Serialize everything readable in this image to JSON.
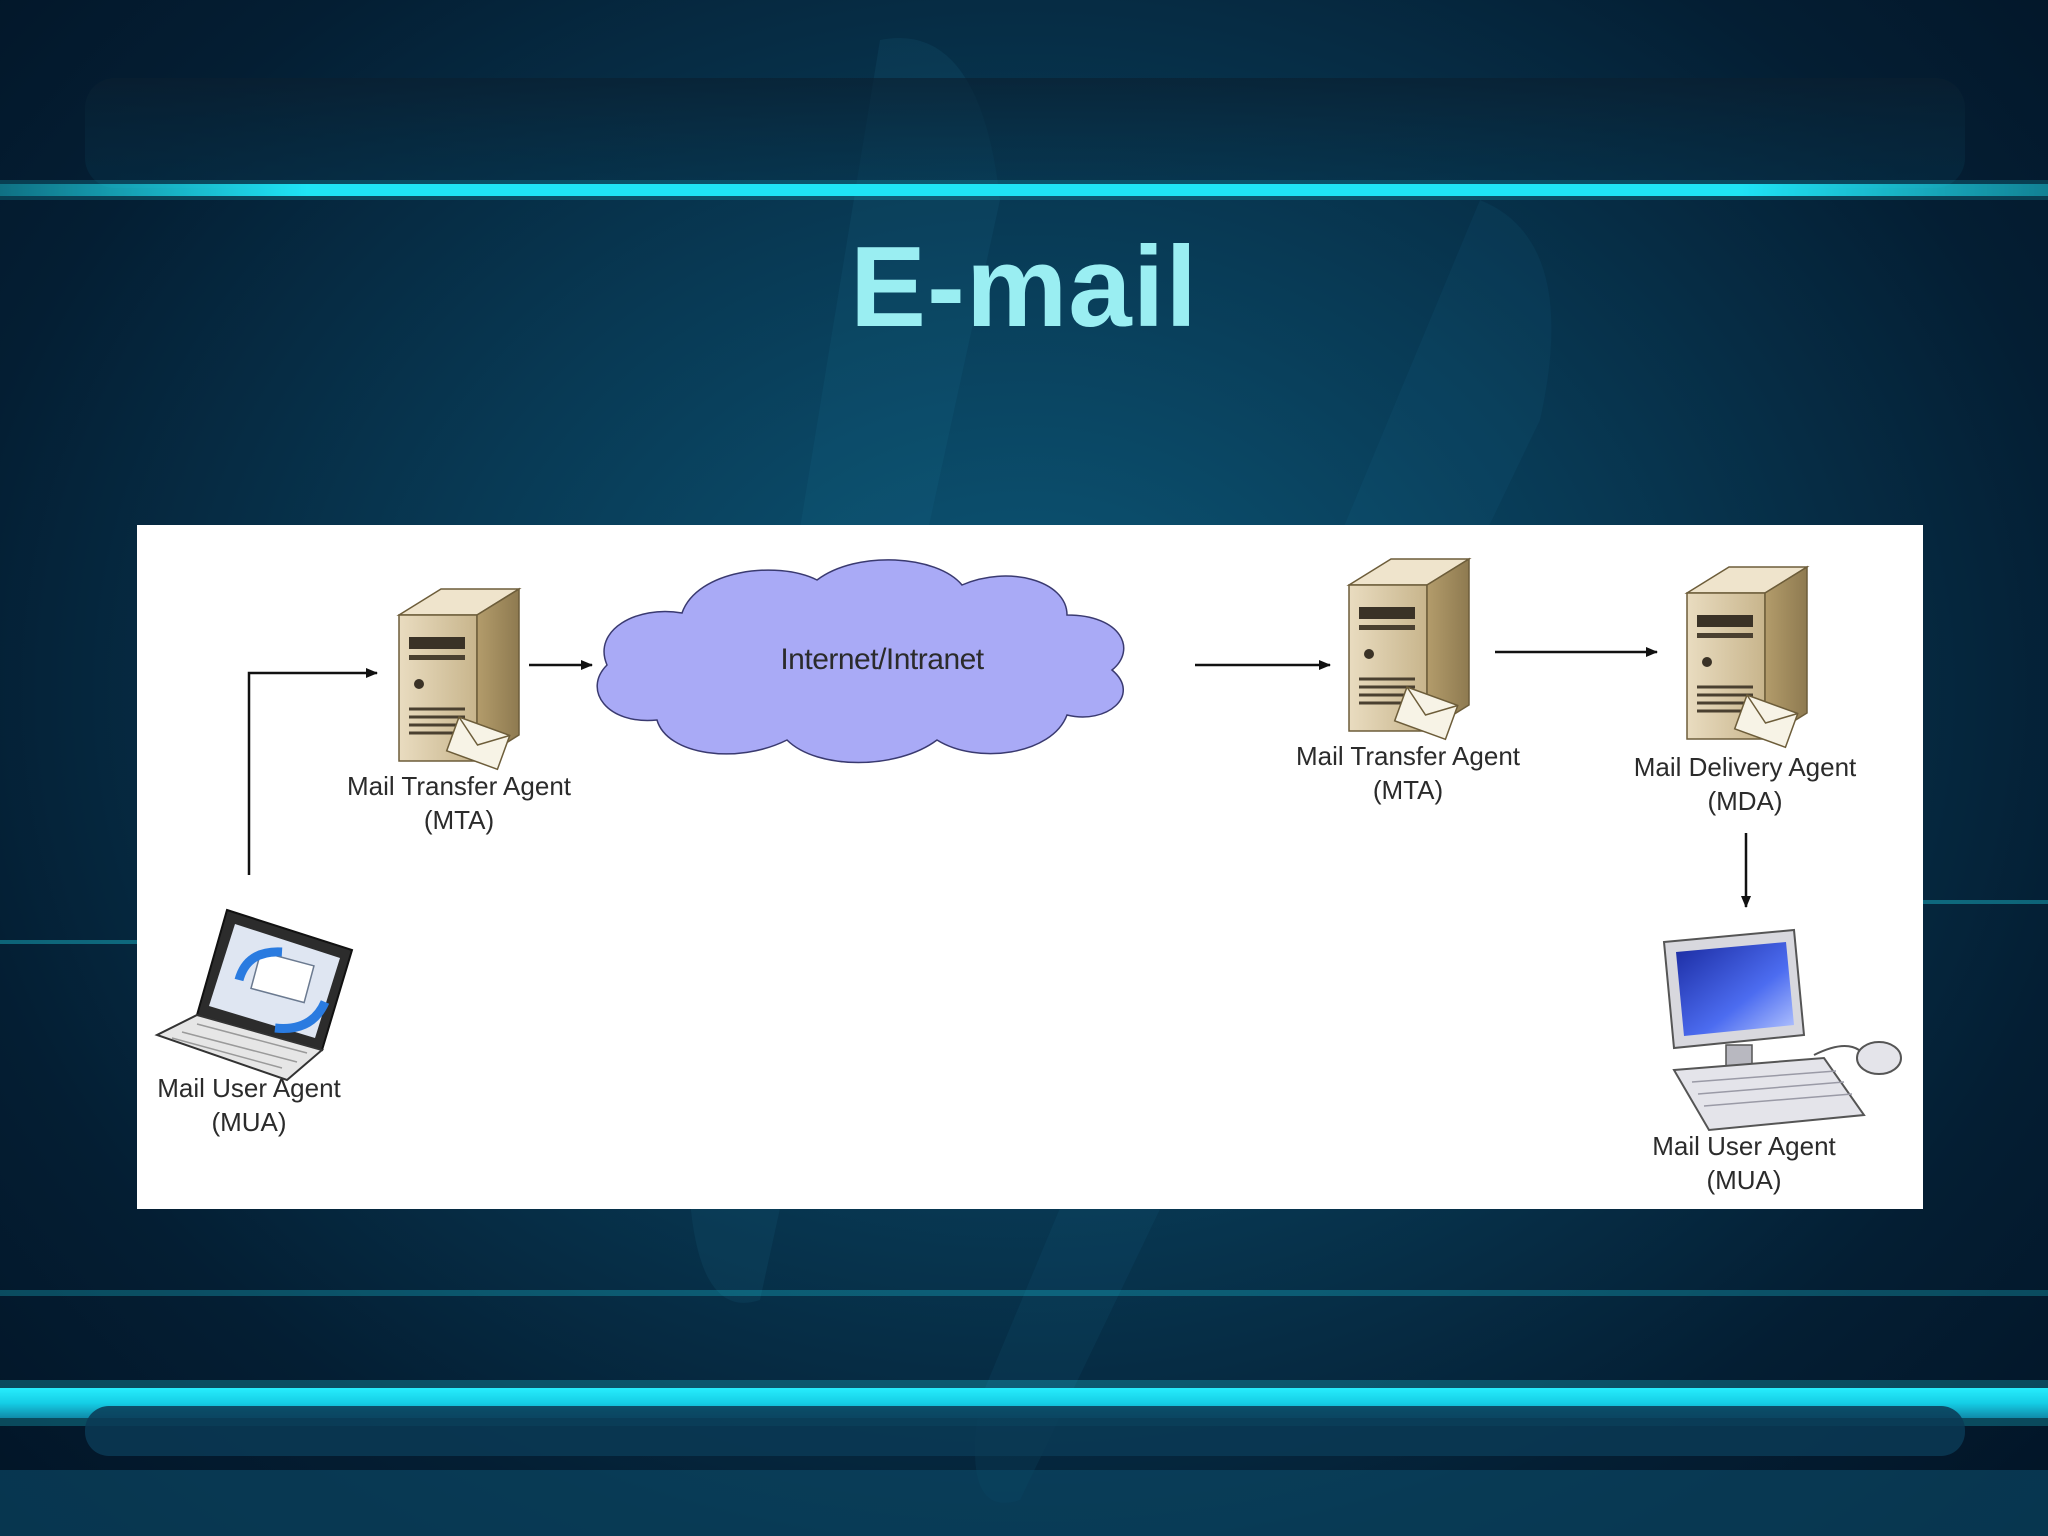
{
  "slide": {
    "title": "E-mail"
  },
  "diagram": {
    "cloud_label": "Internet/Intranet",
    "nodes": [
      {
        "id": "mua-sender",
        "icon": "laptop-icon",
        "line1": "Mail User Agent",
        "line2": "(MUA)"
      },
      {
        "id": "mta-sender",
        "icon": "server-icon",
        "line1": "Mail Transfer Agent",
        "line2": "(MTA)"
      },
      {
        "id": "mta-receiver",
        "icon": "server-icon",
        "line1": "Mail Transfer Agent",
        "line2": "(MTA)"
      },
      {
        "id": "mda",
        "icon": "server-icon",
        "line1": "Mail Delivery Agent",
        "line2": "(MDA)"
      },
      {
        "id": "mua-receiver",
        "icon": "desktop-computer-icon",
        "line1": "Mail User Agent",
        "line2": "(MUA)"
      }
    ],
    "colors": {
      "title": "#9aeef2",
      "cloud": "#a9aaf6",
      "server": "#d8c7a2",
      "glow": "#1fe4f6"
    }
  }
}
